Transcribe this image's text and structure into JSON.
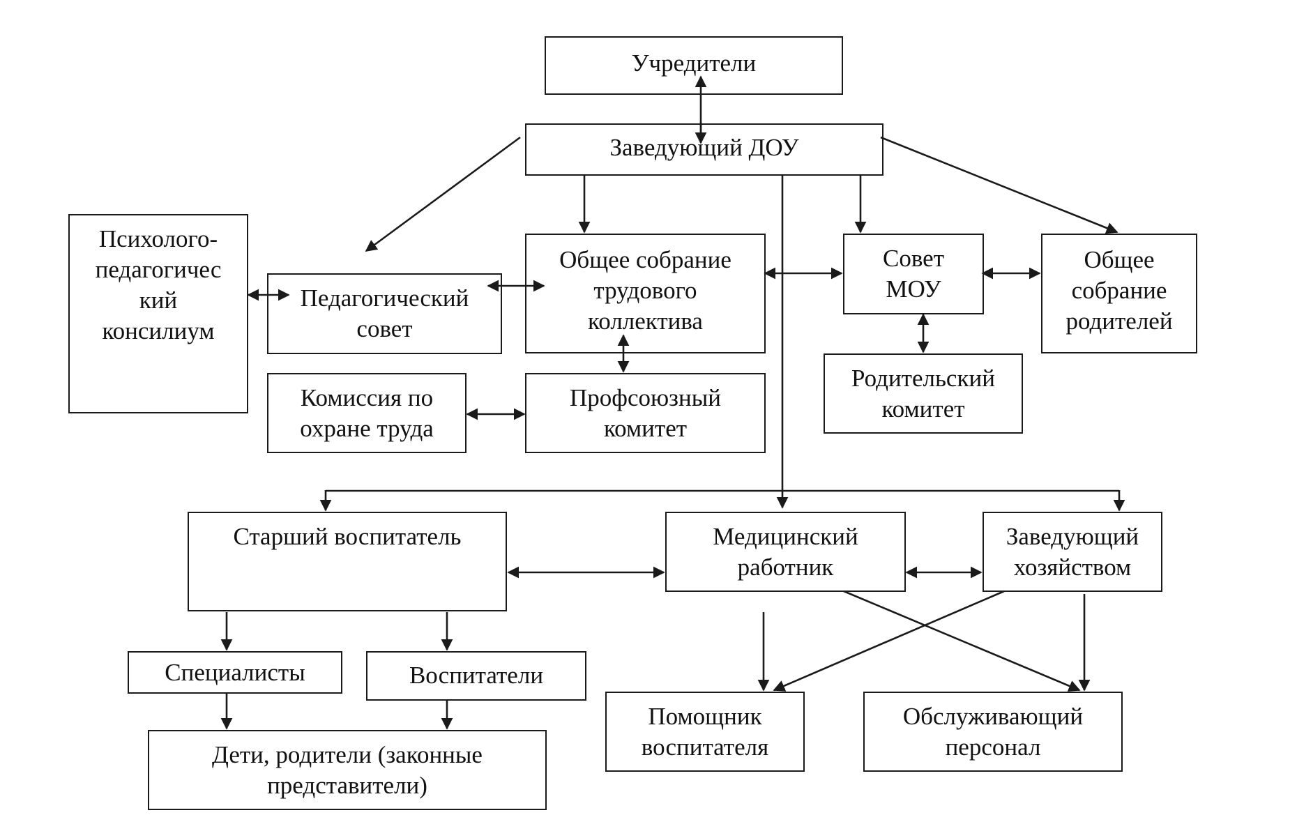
{
  "diagram": {
    "nodes": {
      "founders": "Учредители",
      "head": "Заведующий ДОУ",
      "ppk": "Психолого-\nпедагогичес\nкий\nконсилиум",
      "ped_council": "Педагогический\nсовет",
      "general_meeting": "Общее собрание\nтрудового\nколлектива",
      "council_mou": "Совет\nМОУ",
      "parents_meeting": "Общее\nсобрание\nродителей",
      "labor_commission": "Комиссия по\nохране труда",
      "trade_union": "Профсоюзный\nкомитет",
      "parent_committee": "Родительский\nкомитет",
      "senior_educator": "Старший воспитатель",
      "medical": "Медицинский\nработник",
      "household": "Заведующий\nхозяйством",
      "specialists": "Специалисты",
      "educators": "Воспитатели",
      "children_parents": "Дети, родители (законные\nпредставители)",
      "assistant": "Помощник\nвоспитателя",
      "service_staff": "Обслуживающий\nперсонал"
    },
    "edges": [
      {
        "from": "head",
        "to": "founders",
        "type": "bidirectional"
      },
      {
        "from": "head",
        "to": "ped_council",
        "type": "directed"
      },
      {
        "from": "head",
        "to": "general_meeting",
        "type": "directed"
      },
      {
        "from": "head",
        "to": "council_mou",
        "type": "directed"
      },
      {
        "from": "head",
        "to": "parents_meeting",
        "type": "directed"
      },
      {
        "from": "head",
        "to": "senior_educator",
        "type": "directed"
      },
      {
        "from": "head",
        "to": "medical",
        "type": "directed"
      },
      {
        "from": "head",
        "to": "household",
        "type": "directed"
      },
      {
        "from": "ppk",
        "to": "ped_council",
        "type": "bidirectional"
      },
      {
        "from": "ped_council",
        "to": "general_meeting",
        "type": "bidirectional"
      },
      {
        "from": "general_meeting",
        "to": "council_mou",
        "type": "bidirectional"
      },
      {
        "from": "council_mou",
        "to": "parents_meeting",
        "type": "bidirectional"
      },
      {
        "from": "council_mou",
        "to": "parent_committee",
        "type": "bidirectional"
      },
      {
        "from": "general_meeting",
        "to": "trade_union",
        "type": "bidirectional"
      },
      {
        "from": "labor_commission",
        "to": "trade_union",
        "type": "bidirectional"
      },
      {
        "from": "senior_educator",
        "to": "medical",
        "type": "bidirectional"
      },
      {
        "from": "medical",
        "to": "household",
        "type": "bidirectional"
      },
      {
        "from": "senior_educator",
        "to": "specialists",
        "type": "directed"
      },
      {
        "from": "senior_educator",
        "to": "educators",
        "type": "directed"
      },
      {
        "from": "specialists",
        "to": "children_parents",
        "type": "directed"
      },
      {
        "from": "educators",
        "to": "children_parents",
        "type": "directed"
      },
      {
        "from": "medical",
        "to": "assistant",
        "type": "directed"
      },
      {
        "from": "medical",
        "to": "service_staff",
        "type": "directed"
      },
      {
        "from": "household",
        "to": "assistant",
        "type": "directed"
      },
      {
        "from": "household",
        "to": "service_staff",
        "type": "directed"
      }
    ]
  }
}
